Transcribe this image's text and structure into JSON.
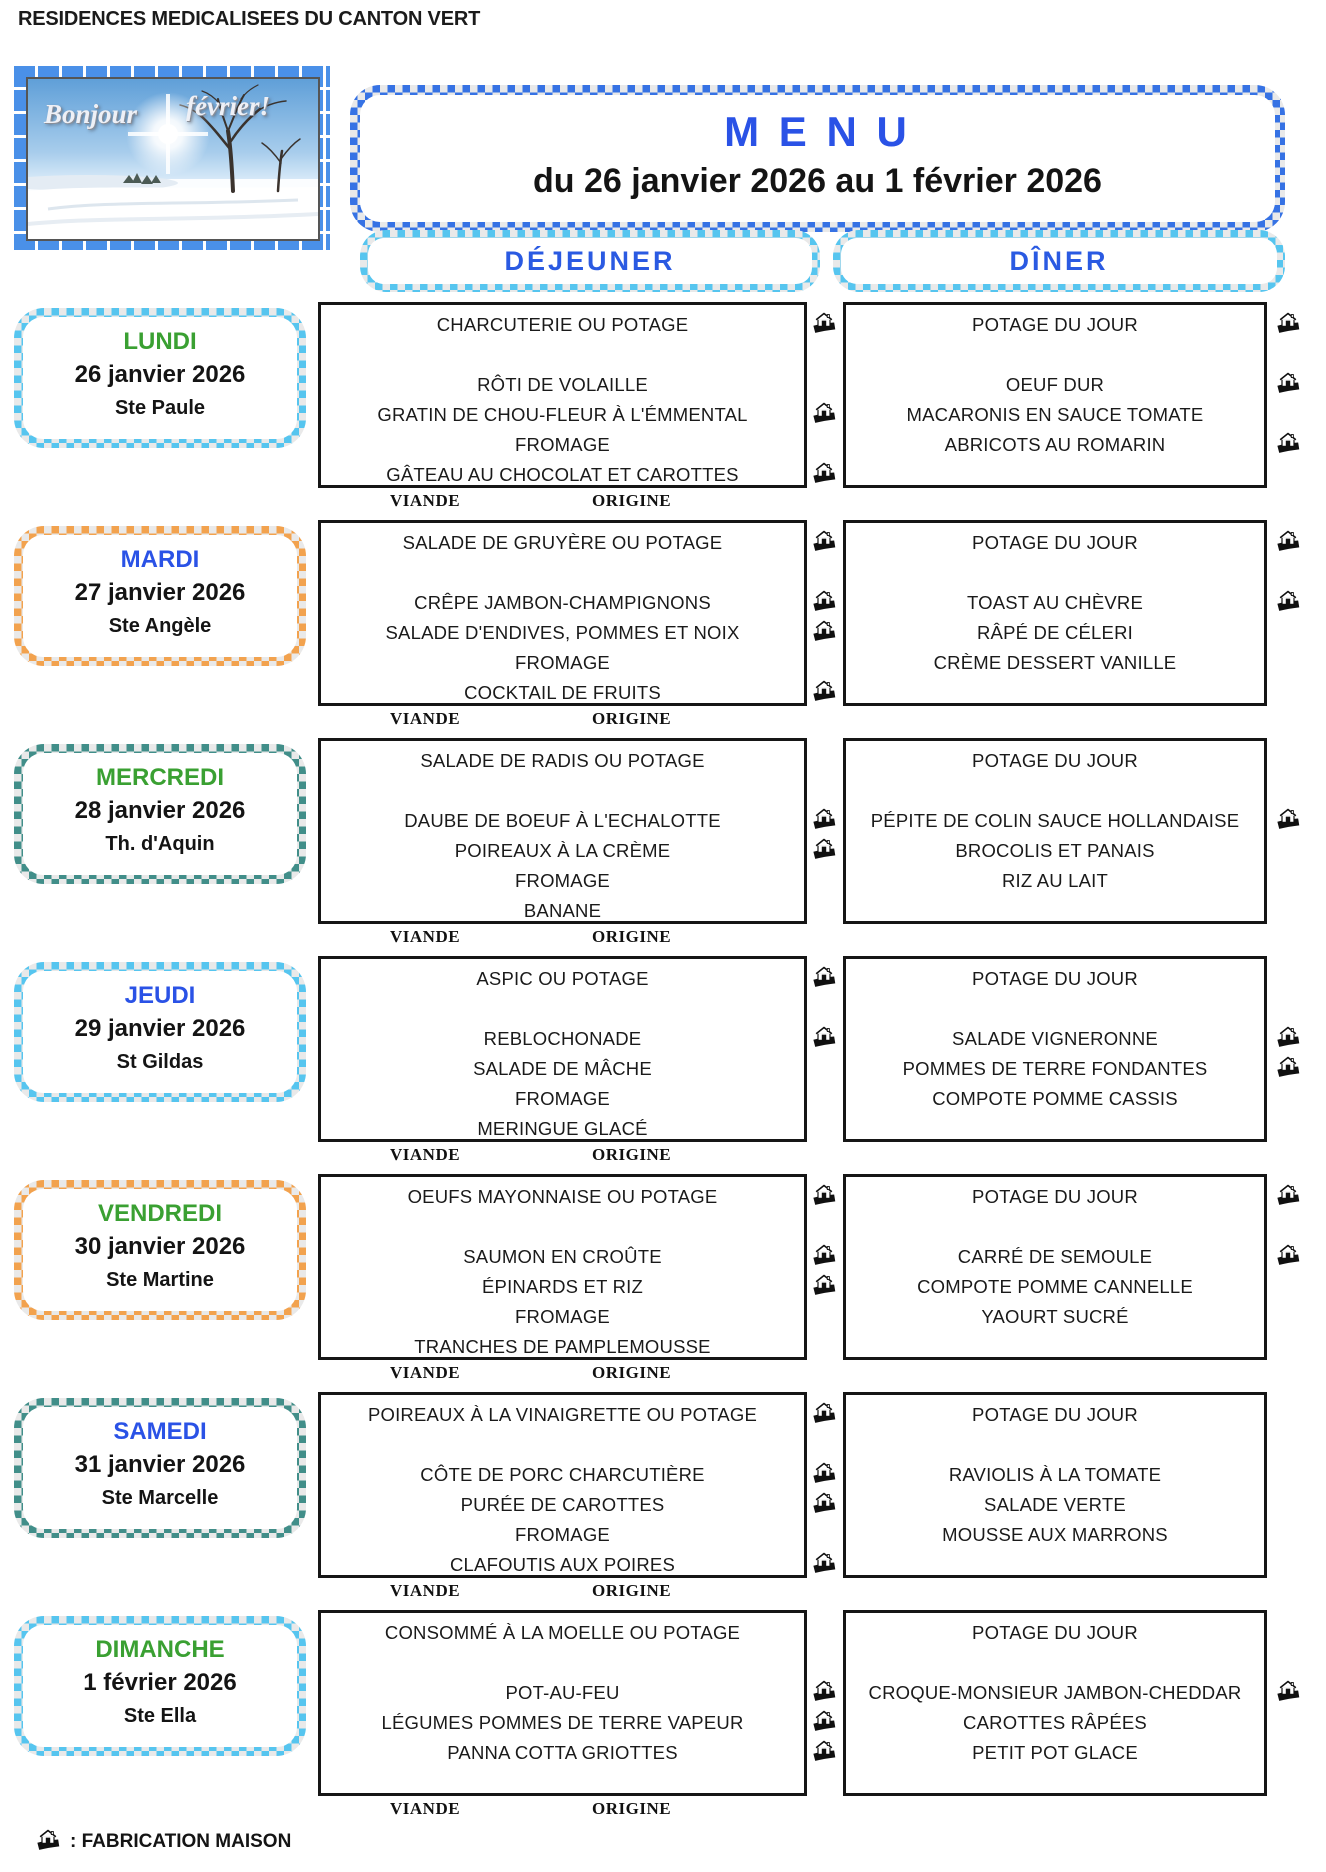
{
  "page_title": "RESIDENCES MEDICALISEES DU CANTON VERT",
  "photo": {
    "greeting_left": "Bonjour",
    "greeting_right": "février!"
  },
  "header": {
    "title": "M E N U",
    "date_range": "du 26 janvier 2026 au 1 février 2026"
  },
  "columns": {
    "lunch": "DÉJEUNER",
    "dinner": "DÎNER"
  },
  "footer_labels": {
    "meat": "VIANDE",
    "origin": "ORIGINE"
  },
  "legend": {
    "icon": "house-icon",
    "text": ": FABRICATION MAISON"
  },
  "colors": {
    "royal_blue": "#3672e4",
    "sky_blue": "#56c5ef",
    "orange": "#f2a24e",
    "teal": "#418e89",
    "day_green": "#3aa032",
    "day_blue": "#2a52e6",
    "title_blue": "#2a52e6"
  },
  "days": [
    {
      "name": "LUNDI",
      "name_color": "day_green",
      "border": "sky_blue",
      "date": "26 janvier 2026",
      "saint": "Ste Paule",
      "lunch": [
        {
          "text": "CHARCUTERIE OU POTAGE",
          "icon": true
        },
        {
          "text": "",
          "icon": false
        },
        {
          "text": "RÔTI DE VOLAILLE",
          "icon": false
        },
        {
          "text": "GRATIN DE CHOU-FLEUR À L'ÉMMENTAL",
          "icon": true
        },
        {
          "text": "FROMAGE",
          "icon": false
        },
        {
          "text": "GÂTEAU AU CHOCOLAT ET CAROTTES",
          "icon": true
        }
      ],
      "dinner": [
        {
          "text": "POTAGE DU JOUR",
          "icon": true
        },
        {
          "text": "",
          "icon": false
        },
        {
          "text": "OEUF DUR",
          "icon": true
        },
        {
          "text": "MACARONIS EN SAUCE TOMATE",
          "icon": false
        },
        {
          "text": "ABRICOTS AU ROMARIN",
          "icon": true
        }
      ]
    },
    {
      "name": "MARDI",
      "name_color": "day_blue",
      "border": "orange",
      "date": "27 janvier 2026",
      "saint": "Ste Angèle",
      "lunch": [
        {
          "text": "SALADE DE GRUYÈRE OU POTAGE",
          "icon": true
        },
        {
          "text": "",
          "icon": false
        },
        {
          "text": "CRÊPE JAMBON-CHAMPIGNONS",
          "icon": true
        },
        {
          "text": "SALADE D'ENDIVES, POMMES ET NOIX",
          "icon": true
        },
        {
          "text": "FROMAGE",
          "icon": false
        },
        {
          "text": "COCKTAIL DE FRUITS",
          "icon": true
        }
      ],
      "dinner": [
        {
          "text": "POTAGE DU JOUR",
          "icon": true
        },
        {
          "text": "",
          "icon": false
        },
        {
          "text": "TOAST AU CHÈVRE",
          "icon": true
        },
        {
          "text": "RÂPÉ DE CÉLERI",
          "icon": false
        },
        {
          "text": "CRÈME DESSERT VANILLE",
          "icon": false
        }
      ]
    },
    {
      "name": "MERCREDI",
      "name_color": "day_green",
      "border": "teal",
      "date": "28 janvier 2026",
      "saint": "Th. d'Aquin",
      "lunch": [
        {
          "text": "SALADE DE RADIS OU POTAGE",
          "icon": false
        },
        {
          "text": "",
          "icon": false
        },
        {
          "text": "DAUBE DE BOEUF À L'ECHALOTTE",
          "icon": true
        },
        {
          "text": "POIREAUX À LA CRÈME",
          "icon": true
        },
        {
          "text": "FROMAGE",
          "icon": false
        },
        {
          "text": "BANANE",
          "icon": false
        }
      ],
      "dinner": [
        {
          "text": "POTAGE DU JOUR",
          "icon": false
        },
        {
          "text": "",
          "icon": false
        },
        {
          "text": "PÉPITE DE COLIN SAUCE HOLLANDAISE",
          "icon": true
        },
        {
          "text": "BROCOLIS ET PANAIS",
          "icon": false
        },
        {
          "text": "RIZ AU LAIT",
          "icon": false
        }
      ]
    },
    {
      "name": "JEUDI",
      "name_color": "day_blue",
      "border": "sky_blue",
      "date": "29 janvier 2026",
      "saint": "St Gildas",
      "lunch": [
        {
          "text": "ASPIC OU POTAGE",
          "icon": true
        },
        {
          "text": "",
          "icon": false
        },
        {
          "text": "REBLOCHONADE",
          "icon": true
        },
        {
          "text": "SALADE DE MÂCHE",
          "icon": false
        },
        {
          "text": "FROMAGE",
          "icon": false
        },
        {
          "text": "MERINGUE GLACÉ",
          "icon": false
        }
      ],
      "dinner": [
        {
          "text": "POTAGE DU JOUR",
          "icon": false
        },
        {
          "text": "",
          "icon": false
        },
        {
          "text": "SALADE VIGNERONNE",
          "icon": true
        },
        {
          "text": "POMMES DE TERRE FONDANTES",
          "icon": true
        },
        {
          "text": "COMPOTE POMME CASSIS",
          "icon": false
        }
      ]
    },
    {
      "name": "VENDREDI",
      "name_color": "day_green",
      "border": "orange",
      "date": "30 janvier 2026",
      "saint": "Ste Martine",
      "lunch": [
        {
          "text": "OEUFS MAYONNAISE OU POTAGE",
          "icon": true
        },
        {
          "text": "",
          "icon": false
        },
        {
          "text": "SAUMON EN CROÛTE",
          "icon": true
        },
        {
          "text": "ÉPINARDS ET RIZ",
          "icon": true
        },
        {
          "text": "FROMAGE",
          "icon": false
        },
        {
          "text": "TRANCHES DE PAMPLEMOUSSE",
          "icon": false
        }
      ],
      "dinner": [
        {
          "text": "POTAGE DU JOUR",
          "icon": true
        },
        {
          "text": "",
          "icon": false
        },
        {
          "text": "CARRÉ DE SEMOULE",
          "icon": true
        },
        {
          "text": "COMPOTE POMME CANNELLE",
          "icon": false
        },
        {
          "text": "YAOURT SUCRÉ",
          "icon": false
        }
      ]
    },
    {
      "name": "SAMEDI",
      "name_color": "day_blue",
      "border": "teal",
      "date": "31 janvier 2026",
      "saint": "Ste Marcelle",
      "lunch": [
        {
          "text": "POIREAUX À LA VINAIGRETTE OU POTAGE",
          "icon": true
        },
        {
          "text": "",
          "icon": false
        },
        {
          "text": "CÔTE DE PORC CHARCUTIÈRE",
          "icon": true
        },
        {
          "text": "PURÉE DE CAROTTES",
          "icon": true
        },
        {
          "text": "FROMAGE",
          "icon": false
        },
        {
          "text": "CLAFOUTIS AUX POIRES",
          "icon": true
        }
      ],
      "dinner": [
        {
          "text": "POTAGE DU JOUR",
          "icon": false
        },
        {
          "text": "",
          "icon": false
        },
        {
          "text": "RAVIOLIS À LA TOMATE",
          "icon": false
        },
        {
          "text": "SALADE VERTE",
          "icon": false
        },
        {
          "text": "MOUSSE AUX MARRONS",
          "icon": false
        }
      ]
    },
    {
      "name": "DIMANCHE",
      "name_color": "day_green",
      "border": "sky_blue",
      "date": "1 février 2026",
      "saint": "Ste Ella",
      "lunch": [
        {
          "text": "CONSOMMÉ À LA MOELLE OU POTAGE",
          "icon": false
        },
        {
          "text": "",
          "icon": false
        },
        {
          "text": "POT-AU-FEU",
          "icon": true
        },
        {
          "text": "LÉGUMES POMMES DE TERRE VAPEUR",
          "icon": true
        },
        {
          "text": "PANNA COTTA GRIOTTES",
          "icon": true
        }
      ],
      "dinner": [
        {
          "text": "POTAGE DU JOUR",
          "icon": false
        },
        {
          "text": "",
          "icon": false
        },
        {
          "text": "CROQUE-MONSIEUR JAMBON-CHEDDAR",
          "icon": true
        },
        {
          "text": "CAROTTES RÂPÉES",
          "icon": false
        },
        {
          "text": "PETIT POT GLACE",
          "icon": false
        }
      ]
    }
  ]
}
